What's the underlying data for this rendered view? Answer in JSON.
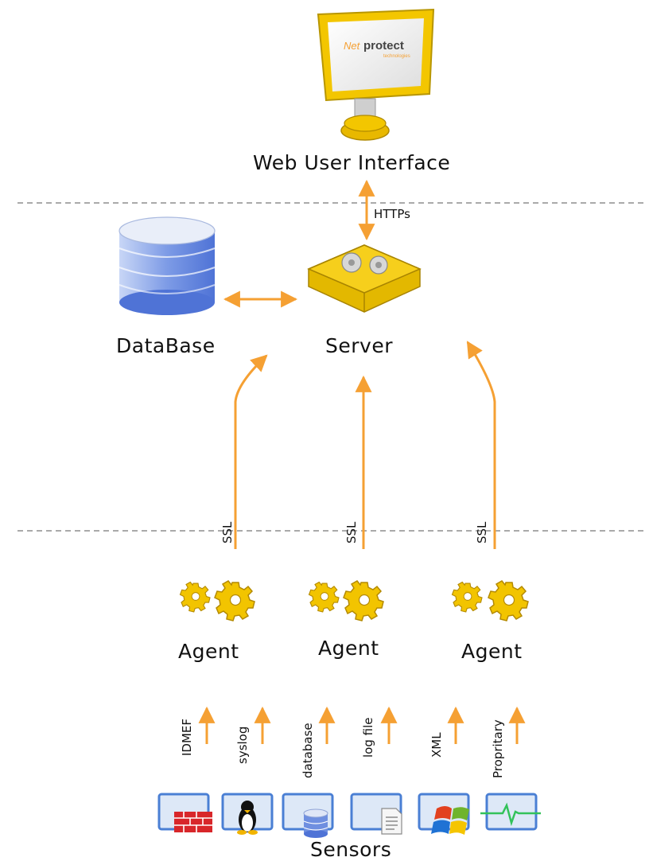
{
  "labels": {
    "web_ui": "Web User Interface",
    "https": "HTTPs",
    "database": "DataBase",
    "server": "Server",
    "ssl": "SSL",
    "agent": "Agent",
    "sensors": "Sensors"
  },
  "monitor_logo": {
    "prefix": "Net",
    "brand": "protect",
    "tagline": "technologies"
  },
  "formats": [
    "IDMEF",
    "syslog",
    "database",
    "log file",
    "XML",
    "Propritary"
  ],
  "sensor_icons": [
    "firewall-icon",
    "linux-penguin-icon",
    "database-icon",
    "log-file-icon",
    "windows-logo-icon",
    "heartbeat-monitor-icon"
  ],
  "colors": {
    "arrow": "#f5a033",
    "gear": "#f2c400",
    "db": "#6f8fe0",
    "divider": "#777777"
  }
}
